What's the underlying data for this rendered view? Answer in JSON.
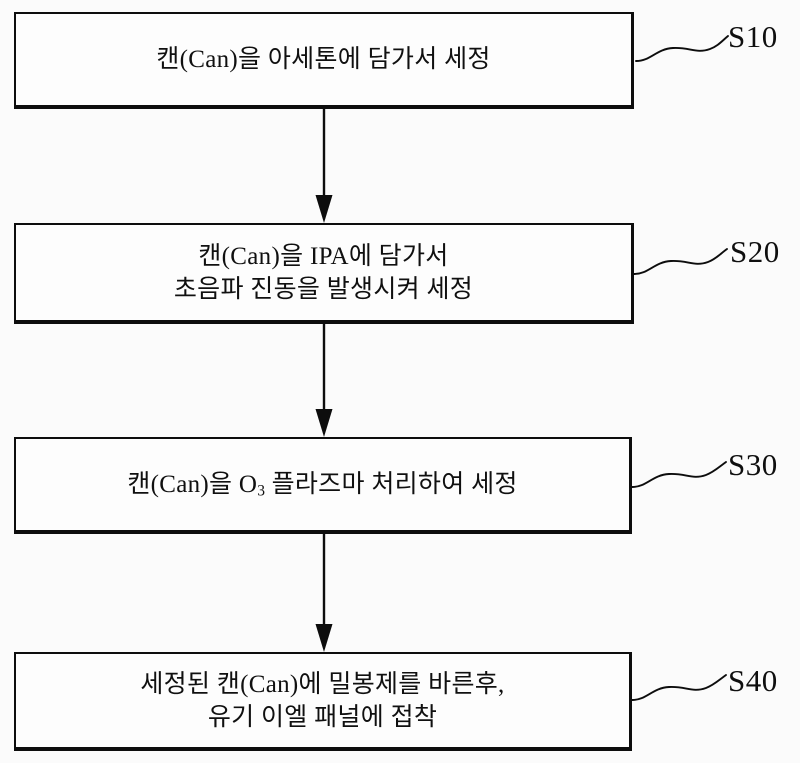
{
  "diagram": {
    "type": "flowchart",
    "orientation": "vertical",
    "background_color": "#fbfbfb",
    "line_color": "#0d0d0d",
    "steps": [
      {
        "id": "S10",
        "label": "S10",
        "text": "캔(Can)을 아세톤에 담가서 세정",
        "lines": [
          "캔(Can)을 아세톤에 담가서 세정"
        ]
      },
      {
        "id": "S20",
        "label": "S20",
        "text": "캔(Can)을 IPA에 담가서\n초음파 진동을 발생시켜 세정",
        "lines": [
          "캔(Can)을 IPA에 담가서",
          "초음파 진동을 발생시켜 세정"
        ]
      },
      {
        "id": "S30",
        "label": "S30",
        "text_before": "캔(Can)을 O",
        "subscript": "3",
        "text_after": " 플라즈마 처리하여 세정",
        "text": "캔(Can)을 O3 플라즈마 처리하여 세정"
      },
      {
        "id": "S40",
        "label": "S40",
        "text": "세정된 캔(Can)에 밀봉제를 바른후,\n유기 이엘 패널에 접착",
        "lines": [
          "세정된 캔(Can)에 밀봉제를 바른후,",
          "유기 이엘 패널에 접착"
        ]
      }
    ],
    "connectors": [
      {
        "from": "S10",
        "to": "S20",
        "kind": "arrow-down"
      },
      {
        "from": "S20",
        "to": "S30",
        "kind": "arrow-down"
      },
      {
        "from": "S30",
        "to": "S40",
        "kind": "arrow-down"
      }
    ],
    "callouts": [
      {
        "for": "S10",
        "kind": "squiggly-leader"
      },
      {
        "for": "S20",
        "kind": "squiggly-leader"
      },
      {
        "for": "S30",
        "kind": "squiggly-leader"
      },
      {
        "for": "S40",
        "kind": "squiggly-leader"
      }
    ]
  }
}
